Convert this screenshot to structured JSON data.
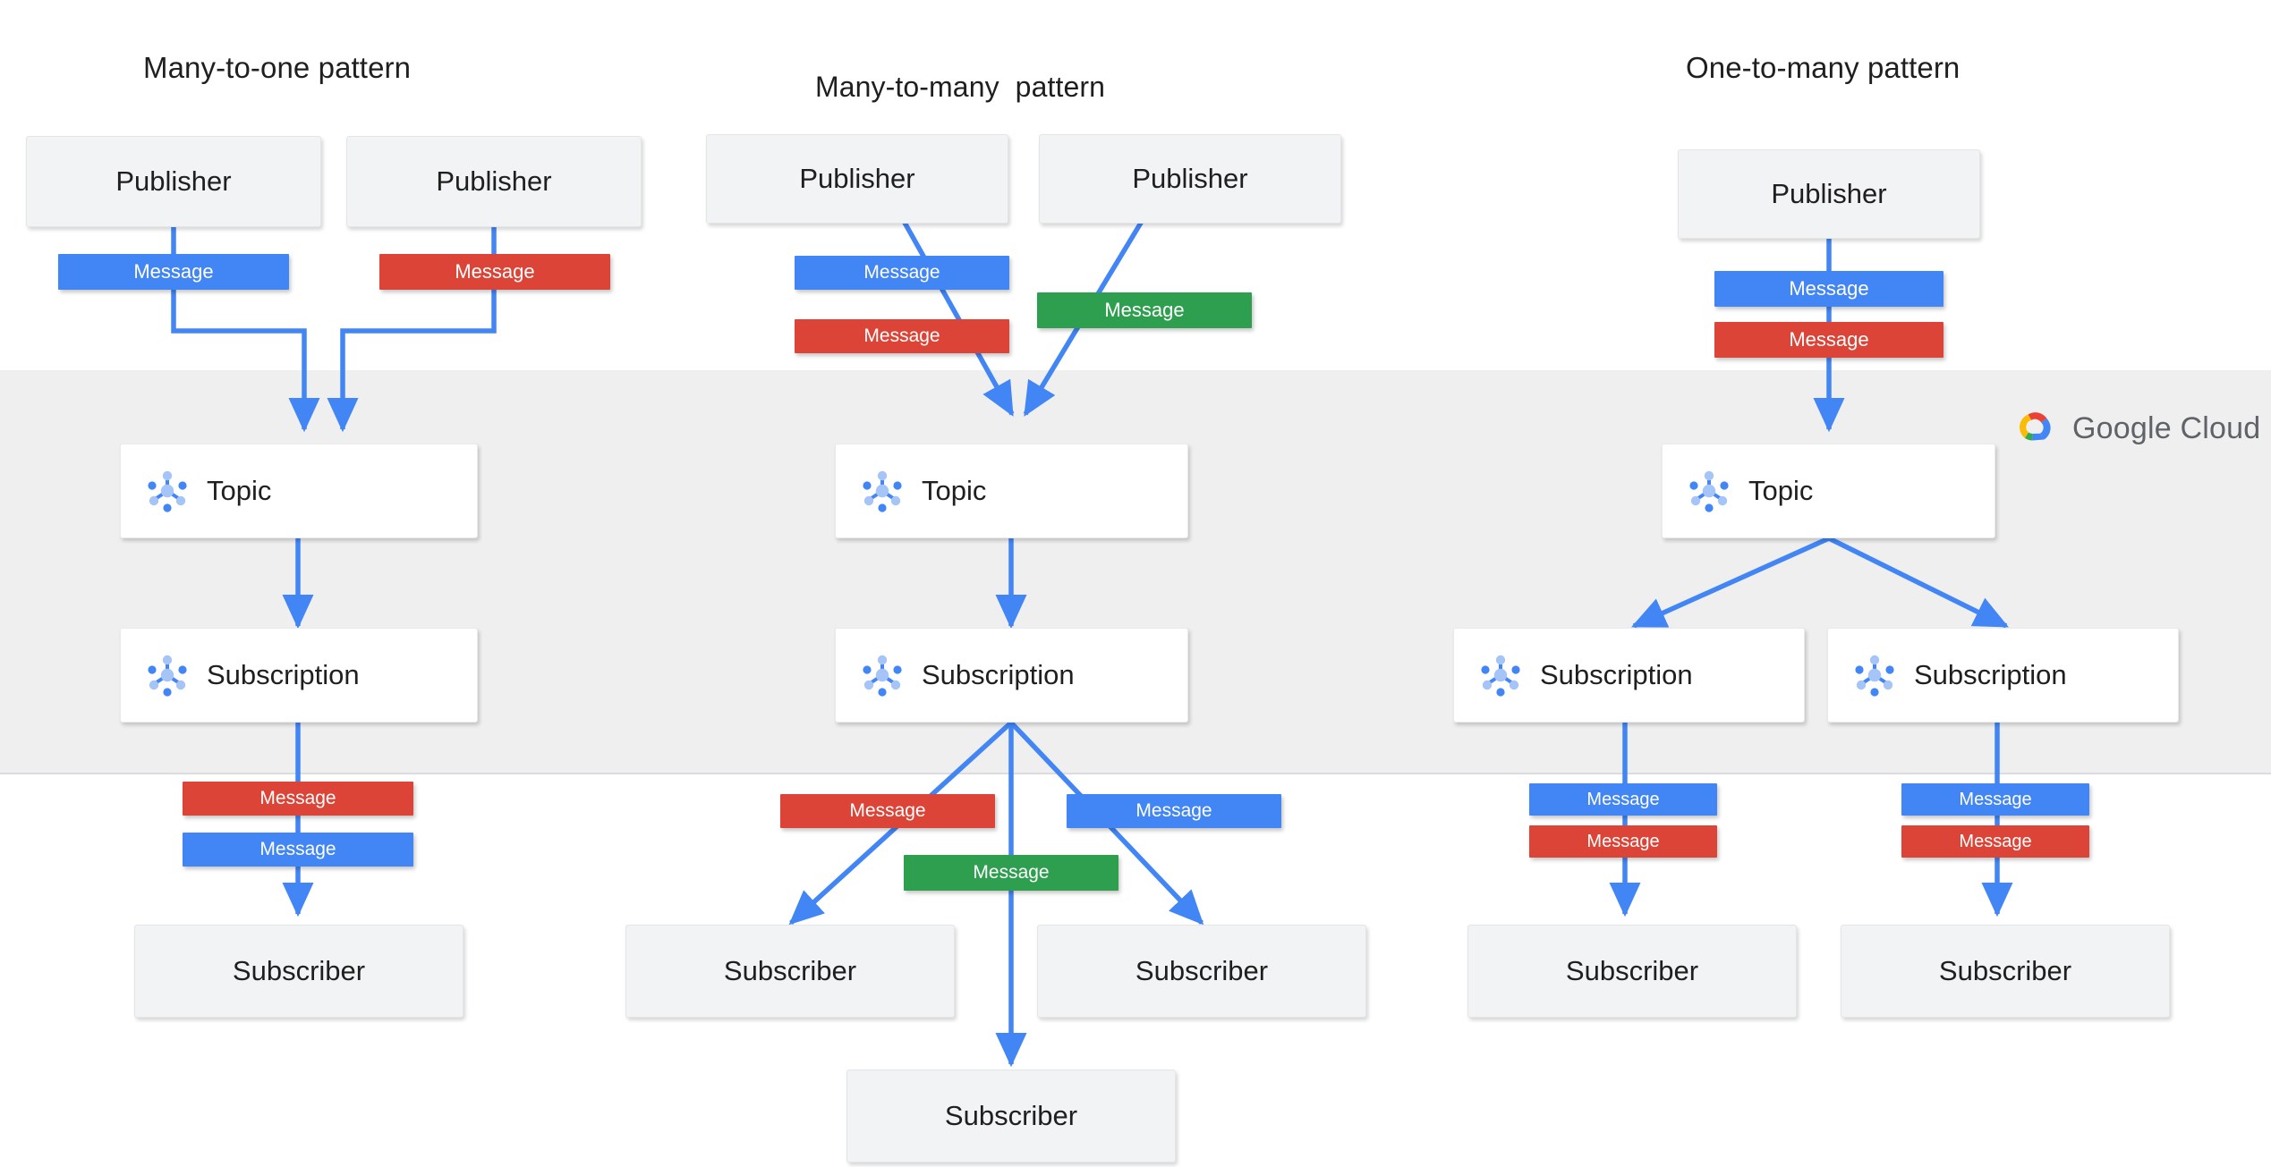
{
  "diagram": {
    "title_left": "Many-to-one pattern",
    "title_mid": "Many-to-many  pattern",
    "title_right": "One-to-many pattern",
    "labels": {
      "publisher": "Publisher",
      "topic": "Topic",
      "subscription": "Subscription",
      "subscriber": "Subscriber",
      "message": "Message"
    },
    "brand": {
      "name": "Google Cloud",
      "logo": "google-cloud-logo"
    },
    "colors": {
      "message_blue": "#4285F4",
      "message_red": "#DB4437",
      "message_green": "#2E9E4F",
      "arrow_blue": "#4285F4",
      "band_gray": "#EFEFEF",
      "node_gray": "#F1F3F4",
      "node_white": "#FFFFFF",
      "brand_text": "#5F6368"
    },
    "columns": [
      {
        "id": "many-to-one",
        "title": "Many-to-one pattern",
        "publishers": 2,
        "topics": 1,
        "subscriptions": 1,
        "subscribers": 1,
        "publish_messages": [
          "Message",
          "Message"
        ],
        "publish_message_colors": [
          "#4285F4",
          "#DB4437"
        ],
        "deliver_messages": [
          "Message",
          "Message"
        ],
        "deliver_message_colors": [
          "#DB4437",
          "#4285F4"
        ]
      },
      {
        "id": "many-to-many",
        "title": "Many-to-many  pattern",
        "publishers": 2,
        "topics": 1,
        "subscriptions": 1,
        "subscribers": 3,
        "publish_messages": [
          "Message",
          "Message",
          "Message"
        ],
        "publish_message_colors": [
          "#4285F4",
          "#DB4437",
          "#2E9E4F"
        ],
        "deliver_messages": [
          "Message",
          "Message",
          "Message"
        ],
        "deliver_message_colors": [
          "#DB4437",
          "#4285F4",
          "#2E9E4F"
        ]
      },
      {
        "id": "one-to-many",
        "title": "One-to-many pattern",
        "publishers": 1,
        "topics": 1,
        "subscriptions": 2,
        "subscribers": 2,
        "publish_messages": [
          "Message",
          "Message"
        ],
        "publish_message_colors": [
          "#4285F4",
          "#DB4437"
        ],
        "deliver_messages": [
          "Message",
          "Message",
          "Message",
          "Message"
        ],
        "deliver_message_colors": [
          "#4285F4",
          "#DB4437",
          "#4285F4",
          "#DB4437"
        ]
      }
    ],
    "nodes": {
      "left": {
        "publisher_1": "Publisher",
        "publisher_2": "Publisher",
        "msg_1": "Message",
        "msg_2": "Message",
        "topic": "Topic",
        "subscription": "Subscription",
        "msg_out_1": "Message",
        "msg_out_2": "Message",
        "subscriber": "Subscriber"
      },
      "mid": {
        "publisher_1": "Publisher",
        "publisher_2": "Publisher",
        "msg_1": "Message",
        "msg_2": "Message",
        "msg_3": "Message",
        "topic": "Topic",
        "subscription": "Subscription",
        "msg_out_1": "Message",
        "msg_out_2": "Message",
        "msg_out_3": "Message",
        "subscriber_1": "Subscriber",
        "subscriber_2": "Subscriber",
        "subscriber_3": "Subscriber"
      },
      "right": {
        "publisher": "Publisher",
        "msg_1": "Message",
        "msg_2": "Message",
        "topic": "Topic",
        "subscription_1": "Subscription",
        "subscription_2": "Subscription",
        "msg_out_1": "Message",
        "msg_out_2": "Message",
        "msg_out_3": "Message",
        "msg_out_4": "Message",
        "subscriber_1": "Subscriber",
        "subscriber_2": "Subscriber"
      }
    }
  }
}
